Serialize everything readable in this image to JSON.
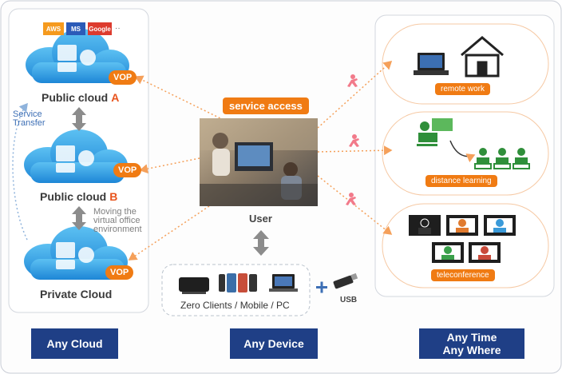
{
  "cloud_providers": [
    "AWS",
    "MS",
    "Google",
    "··"
  ],
  "clouds": {
    "public_a": {
      "label": "Public cloud",
      "letter": "A",
      "badge": "VOP"
    },
    "public_b": {
      "label": "Public cloud",
      "letter": "B",
      "badge": "VOP"
    },
    "private": {
      "label": "Private Cloud",
      "badge": "VOP"
    }
  },
  "notes": {
    "service_transfer": [
      "Service",
      "Transfer"
    ],
    "moving": [
      "Moving the",
      "virtual office",
      "environment"
    ]
  },
  "center": {
    "service_access": "service access",
    "user_label": "User",
    "devices_caption": "Zero Clients / Mobile / PC",
    "usb_label": "USB"
  },
  "use_cases": {
    "remote_work": "remote work",
    "distance_learning": "distance learning",
    "teleconference": "teleconference"
  },
  "footer": {
    "any_cloud": "Any Cloud",
    "any_device": "Any Device",
    "any_time": [
      "Any Time",
      "Any Where"
    ]
  },
  "colors": {
    "accent_orange": "#f07b13",
    "navy": "#1f3f86",
    "cloud_blue": "#2e9be0",
    "arrow_orange": "#f5a05a"
  }
}
